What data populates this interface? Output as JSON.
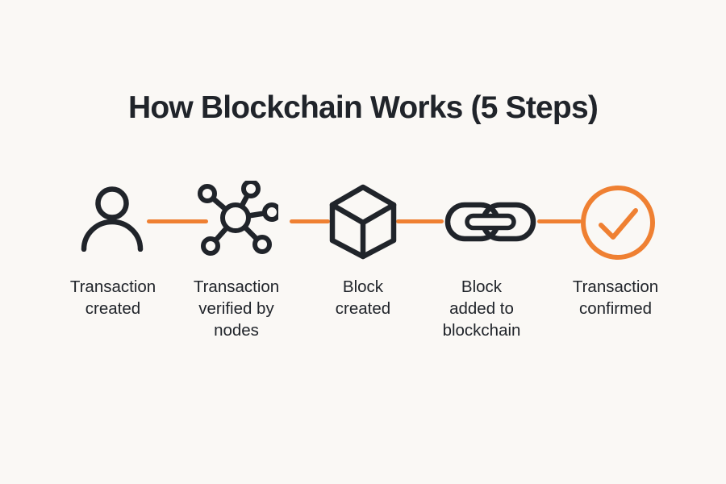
{
  "title": "How Blockchain Works (5 Steps)",
  "colors": {
    "background": "#FAF8F5",
    "ink": "#20242A",
    "accent": "#EF8032"
  },
  "steps": [
    {
      "icon": "person-icon",
      "label": "Transaction\ncreated"
    },
    {
      "icon": "network-nodes-icon",
      "label": "Transaction\nverified by\nnodes"
    },
    {
      "icon": "cube-icon",
      "label": "Block\ncreated"
    },
    {
      "icon": "chain-link-icon",
      "label": "Block\nadded to\nblockchain"
    },
    {
      "icon": "check-circle-icon",
      "label": "Transaction\nconfirmed"
    }
  ]
}
